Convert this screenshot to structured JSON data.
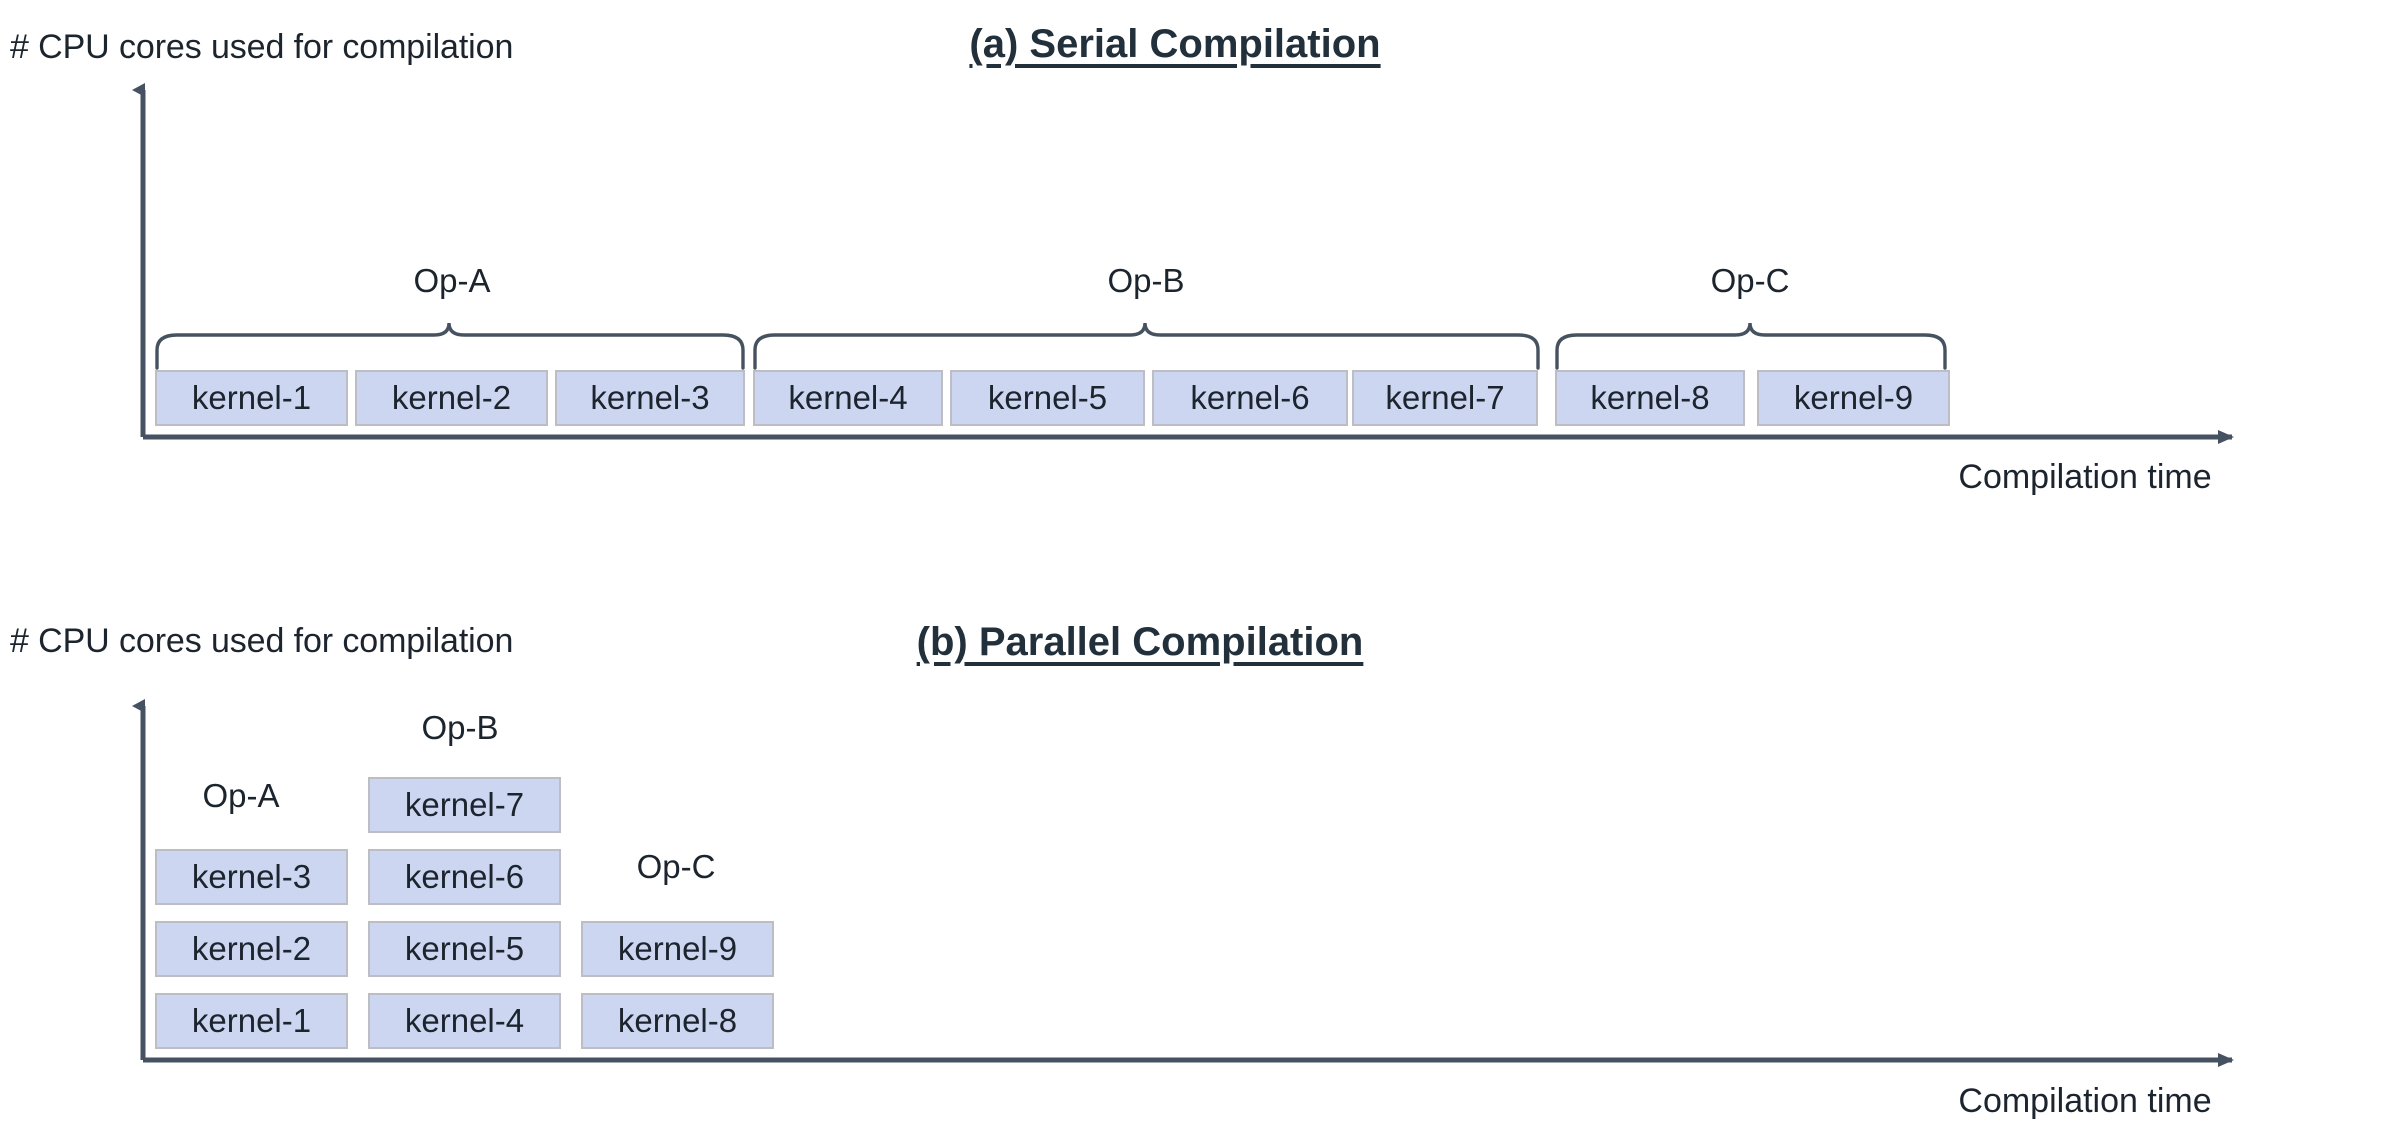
{
  "figure": {
    "type": "diagram",
    "subject": "CPU core usage timeline for serial vs parallel kernel compilation",
    "axis_colors": {
      "axis": "#465262",
      "box_fill": "#ccd6f1",
      "box_border": "#bdbdc4",
      "text": "#1c242e",
      "title": "#22303c"
    }
  },
  "panels": [
    {
      "id": "serial",
      "title": "(a) Serial Compilation",
      "y_axis_label": "# CPU cores used for compilation",
      "x_axis_label": "Compilation time",
      "groups": [
        {
          "label": "Op-A",
          "kernels": [
            "kernel-1",
            "kernel-2",
            "kernel-3"
          ]
        },
        {
          "label": "Op-B",
          "kernels": [
            "kernel-4",
            "kernel-5",
            "kernel-6",
            "kernel-7"
          ]
        },
        {
          "label": "Op-C",
          "kernels": [
            "kernel-8",
            "kernel-9"
          ]
        }
      ]
    },
    {
      "id": "parallel",
      "title": "(b) Parallel Compilation",
      "y_axis_label": "# CPU cores used for compilation",
      "x_axis_label": "Compilation time",
      "groups": [
        {
          "label": "Op-A",
          "kernels_bottom_to_top": [
            "kernel-1",
            "kernel-2",
            "kernel-3"
          ]
        },
        {
          "label": "Op-B",
          "kernels_bottom_to_top": [
            "kernel-4",
            "kernel-5",
            "kernel-6",
            "kernel-7"
          ]
        },
        {
          "label": "Op-C",
          "kernels_bottom_to_top": [
            "kernel-8",
            "kernel-9"
          ]
        }
      ]
    }
  ],
  "serial": {
    "title": "(a) Serial Compilation",
    "y_label": "# CPU cores used for compilation",
    "x_label": "Compilation time",
    "op_a": "Op-A",
    "op_b": "Op-B",
    "op_c": "Op-C",
    "k1": "kernel-1",
    "k2": "kernel-2",
    "k3": "kernel-3",
    "k4": "kernel-4",
    "k5": "kernel-5",
    "k6": "kernel-6",
    "k7": "kernel-7",
    "k8": "kernel-8",
    "k9": "kernel-9"
  },
  "parallel": {
    "title": "(b) Parallel Compilation",
    "y_label": "# CPU cores used for compilation",
    "x_label": "Compilation time",
    "op_a": "Op-A",
    "op_b": "Op-B",
    "op_c": "Op-C",
    "k1": "kernel-1",
    "k2": "kernel-2",
    "k3": "kernel-3",
    "k4": "kernel-4",
    "k5": "kernel-5",
    "k6": "kernel-6",
    "k7": "kernel-7",
    "k8": "kernel-8",
    "k9": "kernel-9"
  }
}
